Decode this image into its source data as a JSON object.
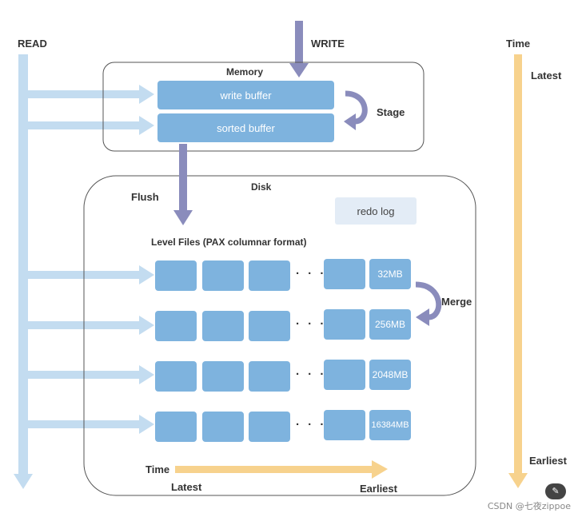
{
  "labels": {
    "read": "READ",
    "write": "WRITE",
    "time_axis": "Time",
    "latest_right": "Latest",
    "earliest_right": "Earliest",
    "memory": "Memory",
    "write_buffer": "write buffer",
    "sorted_buffer": "sorted buffer",
    "stage": "Stage",
    "flush": "Flush",
    "disk": "Disk",
    "redo_log": "redo log",
    "level_files": "Level Files (PAX columnar format)",
    "merge": "Merge",
    "time_bottom": "Time",
    "latest_bottom": "Latest",
    "earliest_bottom": "Earliest",
    "ellipsis": "· · ·"
  },
  "levels": [
    {
      "size": "32MB"
    },
    {
      "size": "256MB"
    },
    {
      "size": "2048MB"
    },
    {
      "size": "16384MB"
    }
  ],
  "watermark": "CSDN @七夜zippoe",
  "colors": {
    "read_arrow": "#c3dcf0",
    "write_arrow": "#8a8cbc",
    "time_arrow": "#f7d28d",
    "block": "#7eb3de",
    "redo": "#e3ecf6"
  }
}
